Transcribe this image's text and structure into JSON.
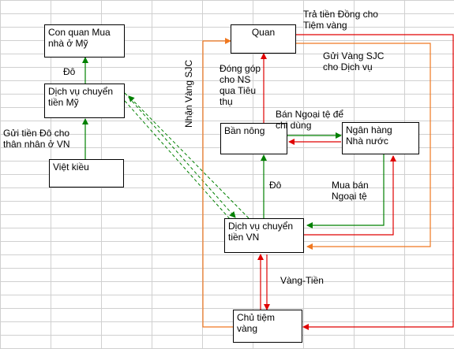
{
  "boxes": {
    "con_quan": "Con quan Mua\nnhà ở Mỹ",
    "dv_my": "Dịch vụ chuyển\ntiền Mỹ",
    "viet_kieu": "Việt kiều",
    "quan": "Quan",
    "ban_nong": "Bần nông",
    "ngan_hang": "Ngân hàng\nNhà nước",
    "dv_vn": "Dịch vụ chuyển\ntiền VN",
    "chu_tiem": "Chủ tiệm\nvàng"
  },
  "labels": {
    "do_top": "Đô",
    "gui_tien": "Gửi tiền Đô cho\nthân nhân ở VN",
    "tra_tien": "Trả tiền Đồng cho\nTiệm vàng",
    "gui_vang": "Gửi Vàng SJC\ncho Dịch vụ",
    "nhan_vang": "Nhận Vàng SJC",
    "dong_gop": "Đóng góp\ncho NS\nqua Tiêu\nthụ",
    "ban_ngoai_te": "Bán Ngoại tệ để\nchi dùng",
    "do_mid": "Đô",
    "mua_ban": "Mua bán\nNgoại tệ",
    "vang_tien": "Vàng-Tiền"
  },
  "colors": {
    "green": "#008000",
    "red": "#e00000",
    "orange": "#f07820",
    "grid": "#d0d0d0"
  }
}
